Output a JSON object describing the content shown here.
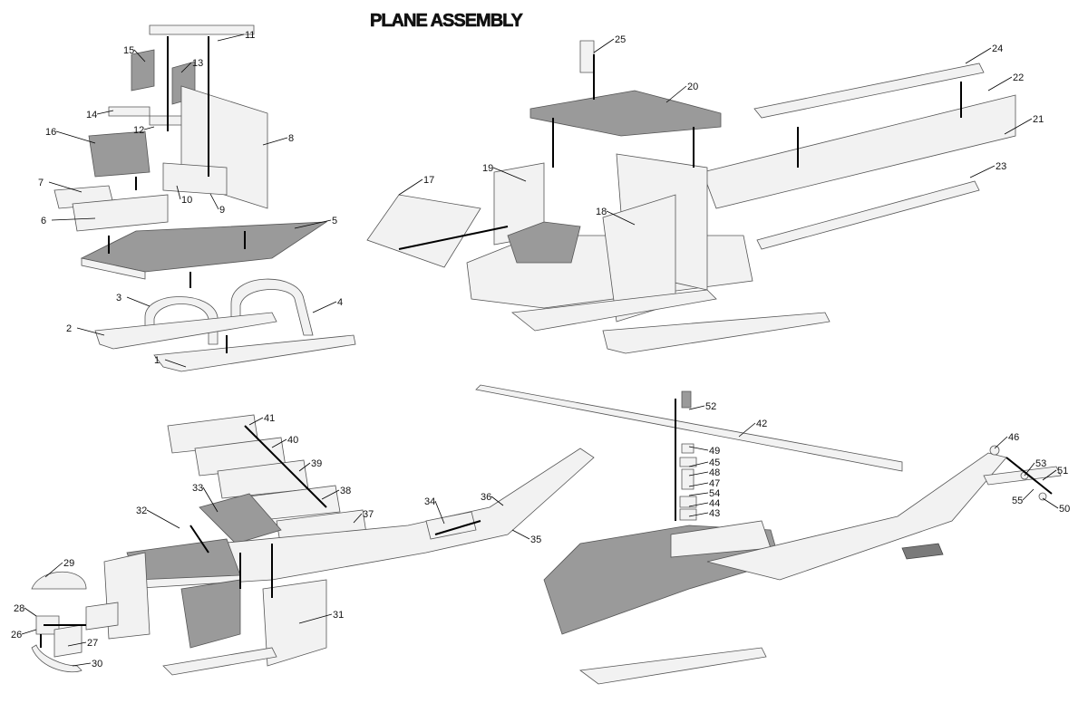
{
  "title": "PLANE ASSEMBLY",
  "callouts": [
    "1",
    "2",
    "3",
    "4",
    "5",
    "6",
    "7",
    "8",
    "9",
    "10",
    "11",
    "12",
    "13",
    "14",
    "15",
    "16",
    "17",
    "18",
    "19",
    "20",
    "21",
    "22",
    "23",
    "24",
    "25",
    "26",
    "27",
    "28",
    "29",
    "30",
    "31",
    "32",
    "33",
    "34",
    "35",
    "36",
    "37",
    "38",
    "39",
    "40",
    "41",
    "42",
    "43",
    "44",
    "45",
    "46",
    "47",
    "48",
    "49",
    "50",
    "51",
    "52",
    "53",
    "54",
    "55"
  ]
}
